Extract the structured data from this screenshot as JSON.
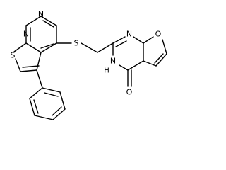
{
  "molecule": {
    "atoms": {
      "n_top_left": "N",
      "n_mid_left": "N",
      "s_thiophene": "S",
      "s_linker": "S",
      "n_top_right": "N",
      "o_furan": "O",
      "nh_right": "N",
      "h_on_n": "H",
      "o_carbonyl": "O"
    }
  }
}
